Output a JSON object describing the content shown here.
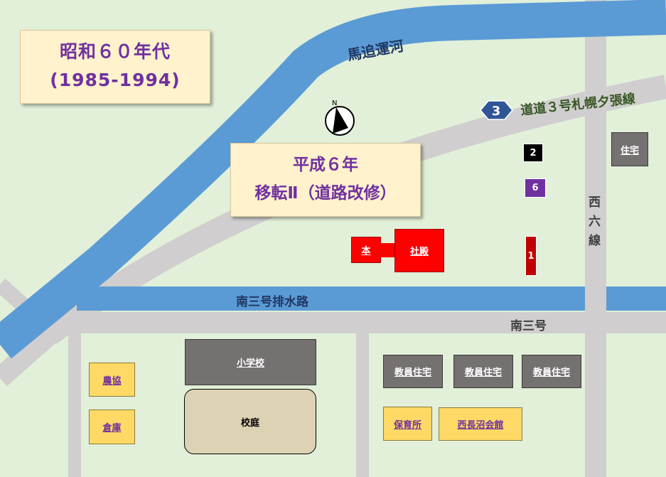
{
  "era": {
    "line1": "昭和６０年代",
    "line2": "(1985-1994)"
  },
  "event": {
    "line1": "平成６年",
    "line2": "移転Ⅱ（道路改修）"
  },
  "waterways": {
    "canal": "馬追運河",
    "drain": "南三号排水路"
  },
  "roads": {
    "route3_number": "3",
    "route3_name": "道道３号札幌夕張線",
    "minami3": "南三号",
    "nishi6": [
      "西",
      "六",
      "線"
    ]
  },
  "compass": {
    "north": "N"
  },
  "buildings": {
    "honden": "本",
    "shaden": "社殿",
    "house_ne": "住宅",
    "marker_2": "2",
    "marker_6": "6",
    "marker_1": "1",
    "school": "小学校",
    "schoolyard": "校庭",
    "nokyo": "農協",
    "soko": "倉庫",
    "teacher_house_1": "教員住宅",
    "teacher_house_2": "教員住宅",
    "teacher_house_3": "教員住宅",
    "nursery": "保育所",
    "hall": "西長沼会館"
  },
  "colors": {
    "background": "#e2f0d9",
    "water": "#5b9bd5",
    "road": "#d0cece",
    "label_purple": "#7030a0",
    "shrine_red": "#ff0000",
    "route_shield": "#2f5597"
  }
}
